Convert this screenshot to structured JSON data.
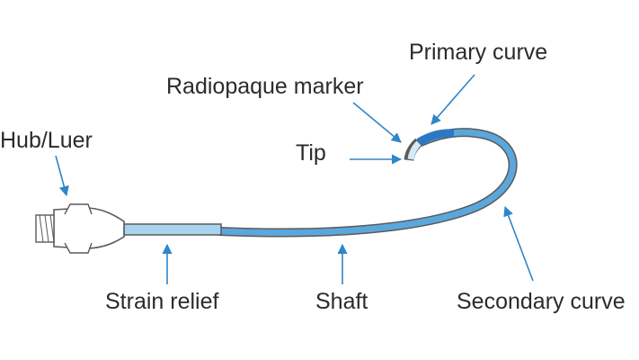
{
  "labels": {
    "primary_curve": "Primary curve",
    "radiopaque_marker": "Radiopaque marker",
    "hub_luer": "Hub/Luer",
    "tip": "Tip",
    "strain_relief": "Strain relief",
    "shaft": "Shaft",
    "secondary_curve": "Secondary curve"
  },
  "colors": {
    "arrow": "#2f86c8",
    "shaft_fill": "#5aa7dc",
    "shaft_light": "#a9d3ee",
    "marker_dark": "#2d78c2",
    "hub_fill": "#ffffff",
    "outline": "#5a5a5a",
    "text": "#2b2b2b"
  }
}
